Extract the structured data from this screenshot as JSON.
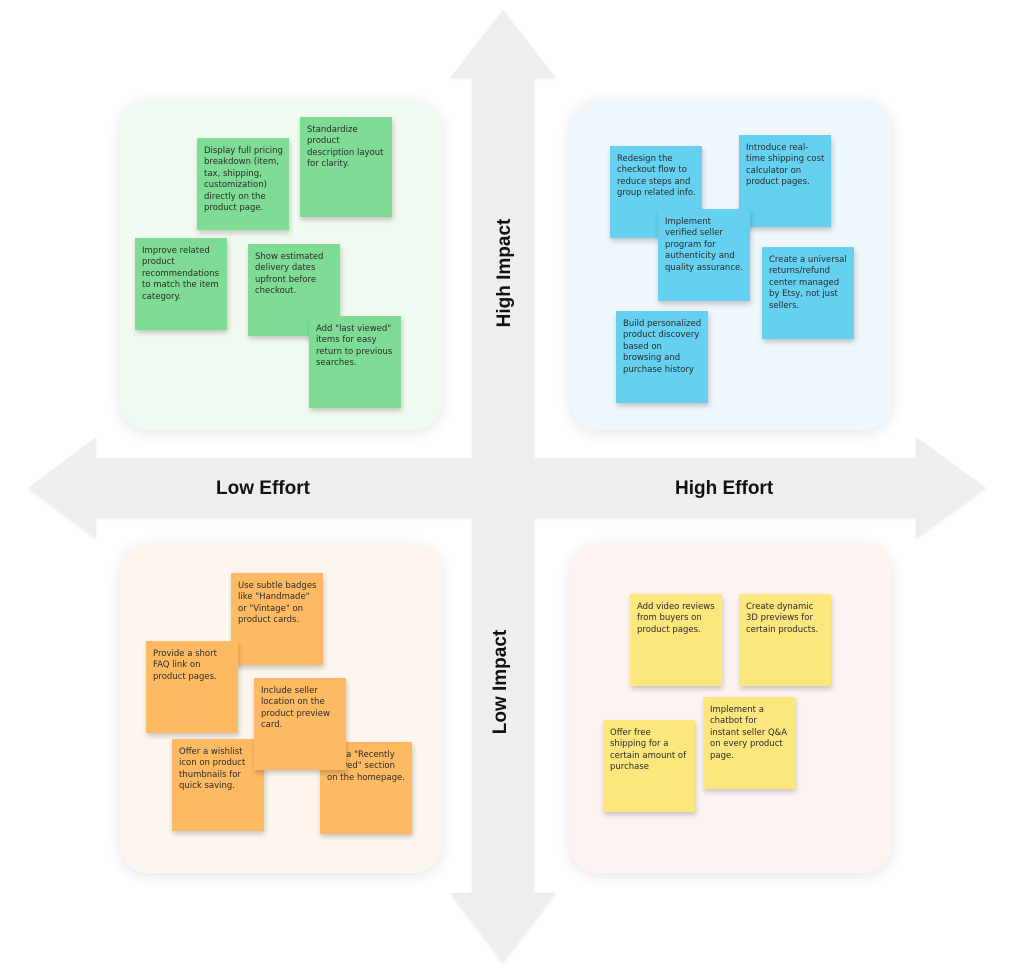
{
  "axes": {
    "x_low": "Low Effort",
    "x_high": "High Effort",
    "y_high": "High Impact",
    "y_low": "Low Impact"
  },
  "colors": {
    "green_note": "#7fdc95",
    "blue_note": "#65d0ef",
    "orange_note": "#fdba62",
    "yellow_note": "#fbe77e",
    "arrow": "#eeeeee"
  },
  "quadrants": {
    "low_effort_high_impact": {
      "notes": [
        "Display full pricing breakdown (item, tax, shipping, customization) directly on the product page.",
        "Standardize product description layout for clarity.",
        "Improve related product recommendations to match the item category.",
        "Show estimated delivery dates upfront before checkout.",
        "Add \"last viewed\" items for easy return to previous searches."
      ]
    },
    "high_effort_high_impact": {
      "notes": [
        "Redesign the checkout flow to reduce steps and group related info.",
        "Introduce real-time shipping cost calculator on product pages.",
        "Implement verified seller program for authenticity and quality assurance.",
        "Create a universal returns/refund center managed by Etsy, not just sellers.",
        "Build personalized product discovery based on browsing and purchase history"
      ]
    },
    "low_effort_low_impact": {
      "notes": [
        "Use subtle badges like \"Handmade\" or \"Vintage\" on product cards.",
        "Provide a short FAQ link on product pages.",
        "Include seller location on the product preview card.",
        "Offer a wishlist icon on product thumbnails for quick saving.",
        "Add a \"Recently Viewed\" section on the homepage."
      ]
    },
    "high_effort_low_impact": {
      "notes": [
        "Add video reviews from buyers on product pages.",
        "Create dynamic 3D previews for certain products.",
        "Implement a chatbot for instant seller Q&A on every product page.",
        "Offer free shipping for a certain amount of purchase"
      ]
    }
  }
}
